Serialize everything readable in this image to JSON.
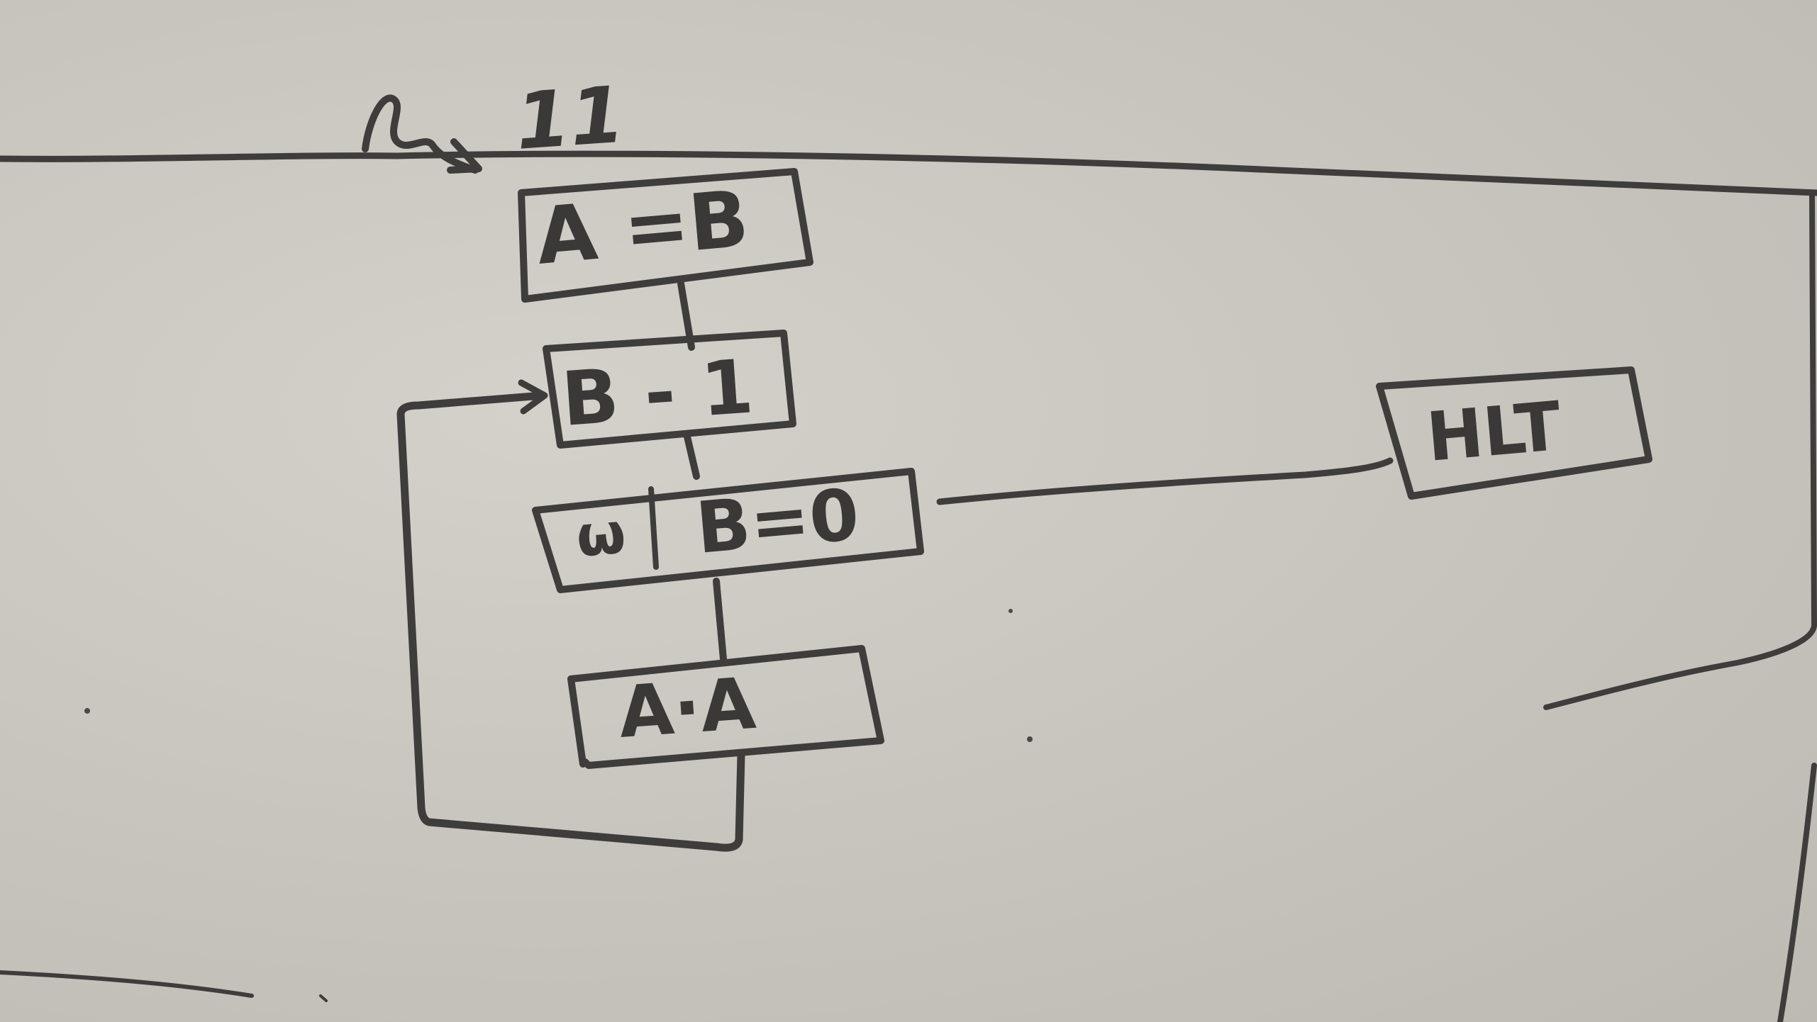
{
  "diagram": {
    "heading": "11",
    "nodes": {
      "assign": "A =B",
      "decrement": "B - 1",
      "condition": "B=0",
      "condition_prefix": "ω",
      "multiply": "A·A",
      "halt": "HLT"
    }
  }
}
